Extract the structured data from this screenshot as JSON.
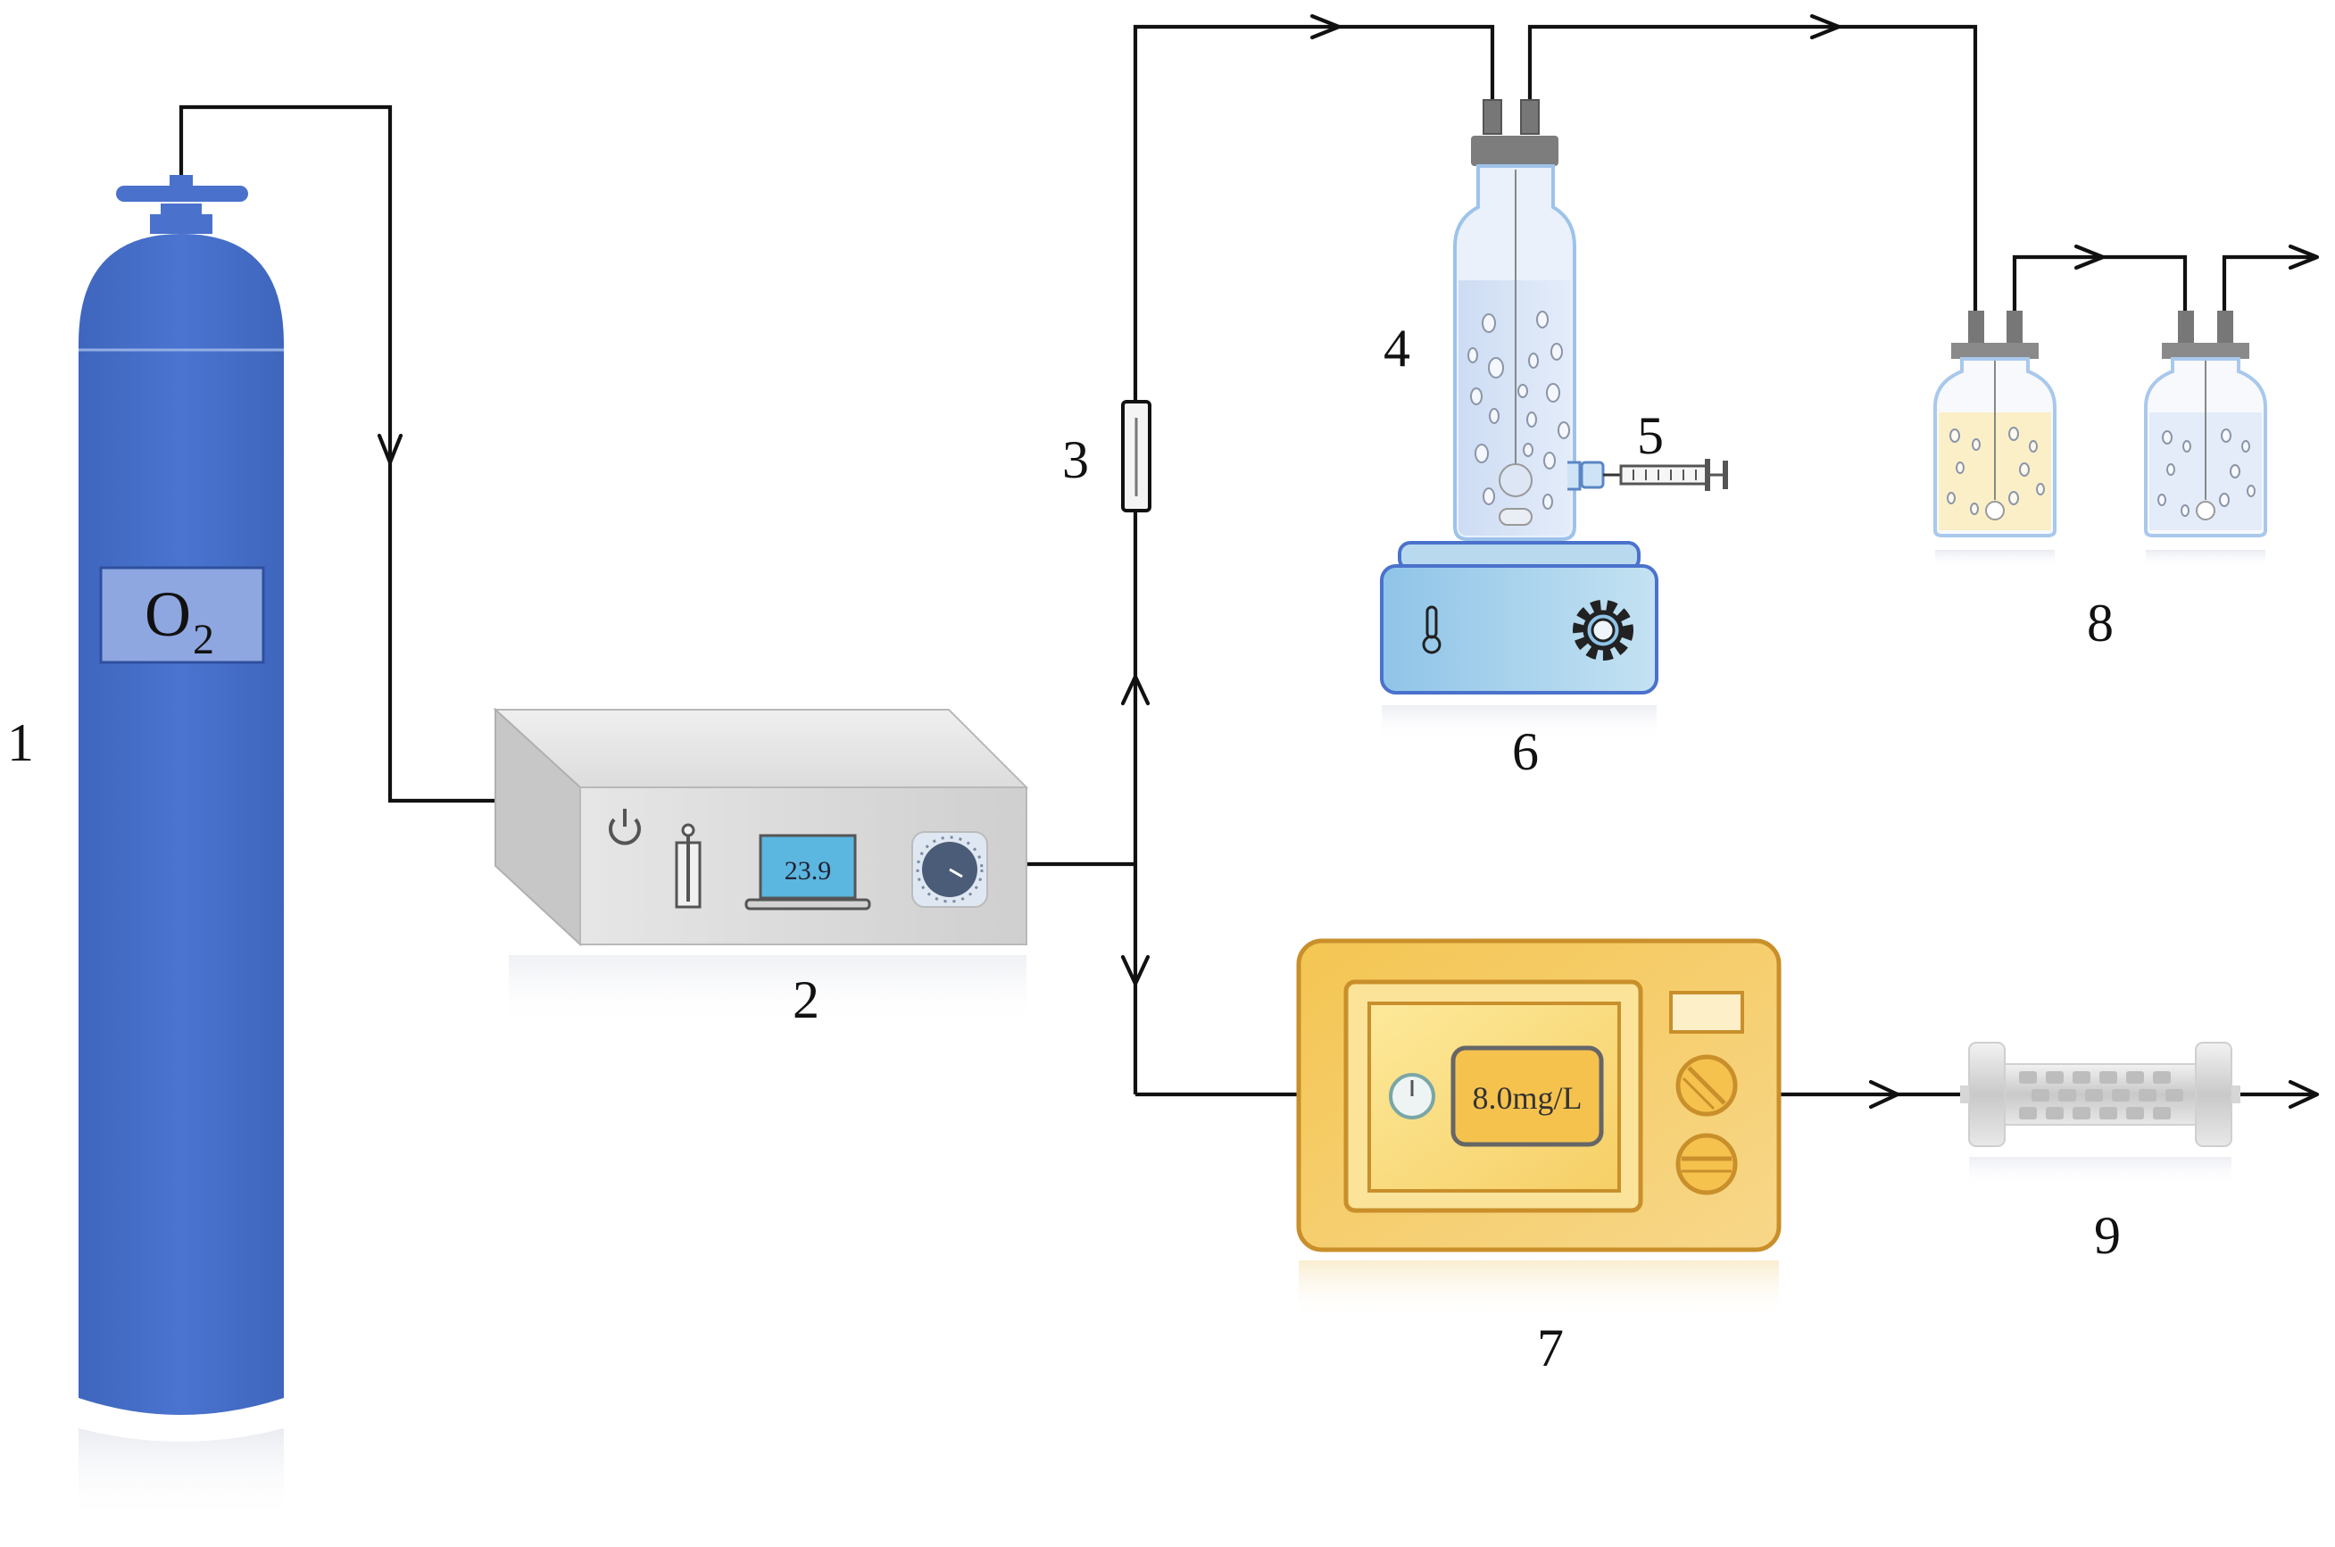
{
  "labels": {
    "cylinder": "1",
    "controller": "2",
    "flowmeter": "3",
    "reactor": "4",
    "syringe": "5",
    "stirrer": "6",
    "do_meter": "7",
    "wash_bottles": "8",
    "filter": "9"
  },
  "cylinder": {
    "gas_main": "O",
    "gas_sub": "2"
  },
  "controller": {
    "display_value": "23.9"
  },
  "do_meter": {
    "reading": "8.0mg/L"
  },
  "colors": {
    "cylinder": "#4a72cc",
    "cylinder_label": "#8fa8e0",
    "controller_body": "#d9d9d9",
    "controller_screen": "#5bb6e0",
    "stirrer": "#8ec3e6",
    "meter_body": "#f2c65e",
    "meter_screen": "#fbe08a",
    "bottle_liquid": "#c8d6f0",
    "bottle_yellow": "#fbefc8"
  },
  "icons": [
    "power-icon",
    "thermometer-icon",
    "dial-knob-icon",
    "gear-icon",
    "gauge-icon",
    "syringe-icon"
  ]
}
